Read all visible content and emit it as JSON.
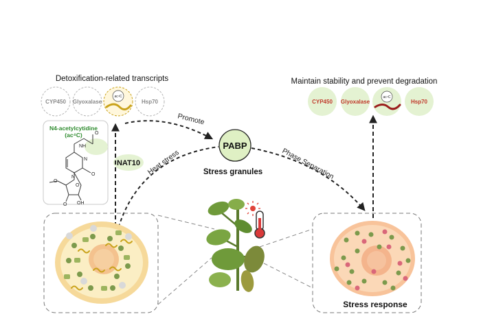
{
  "left_panel": {
    "title": "Detoxification-related transcripts",
    "transcripts": [
      "CYP450",
      "Glyoxalase",
      "ac⁴C",
      "Hsp70"
    ],
    "modification_name": "N4-acetylcytidine",
    "modification_abbr": "(ac⁴C)",
    "enzyme": "NAT10",
    "molecule_labels": {
      "n": "N",
      "nh": "NH",
      "o": "O",
      "oh": "OH"
    }
  },
  "center": {
    "protein": "PABP",
    "granules": "Stress granules",
    "arrow_promote": "Promote",
    "arrow_heat": "Heat stress",
    "arrow_phase": "Phase Separation"
  },
  "right_panel": {
    "title": "Maintain stability and prevent degradation",
    "transcripts": [
      "CYP450",
      "Glyoxalase",
      "ac⁴C",
      "Hsp70"
    ],
    "response": "Stress response"
  },
  "colors": {
    "cell_outer": "#f6d99a",
    "cell_inner": "#fbeec4",
    "nucleus": "#f4c28e",
    "right_cell_outer": "#f8c39a",
    "right_cell_inner": "#fbd8b7",
    "green_dot": "#7c9a4c",
    "red_dot": "#d9677a",
    "pabp_fill": "#dff0c4",
    "highlight_green": "#e4f2d2",
    "rna_gold": "#c9a21a",
    "rna_red": "#9b1d1d",
    "modification_green": "#2e8b2e"
  },
  "icons": [
    "thermometer-icon",
    "sun-icon",
    "plant-icon"
  ]
}
